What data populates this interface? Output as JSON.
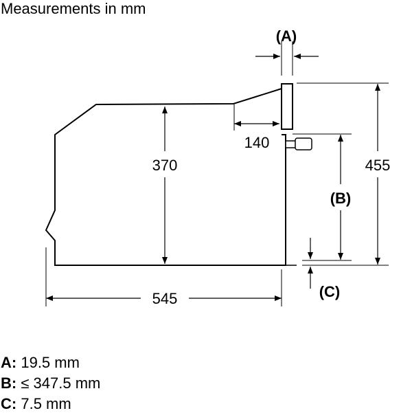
{
  "title": "Measurements in mm",
  "dimensions": {
    "depth": "545",
    "inner_height": "370",
    "door_depth": "140",
    "total_height": "455",
    "label_a": "(A)",
    "label_b": "(B)",
    "label_c": "(C)"
  },
  "legend": [
    {
      "key": "A:",
      "value": "19.5 mm"
    },
    {
      "key": "B:",
      "value": "≤ 347.5 mm"
    },
    {
      "key": "C:",
      "value": "7.5 mm"
    }
  ]
}
